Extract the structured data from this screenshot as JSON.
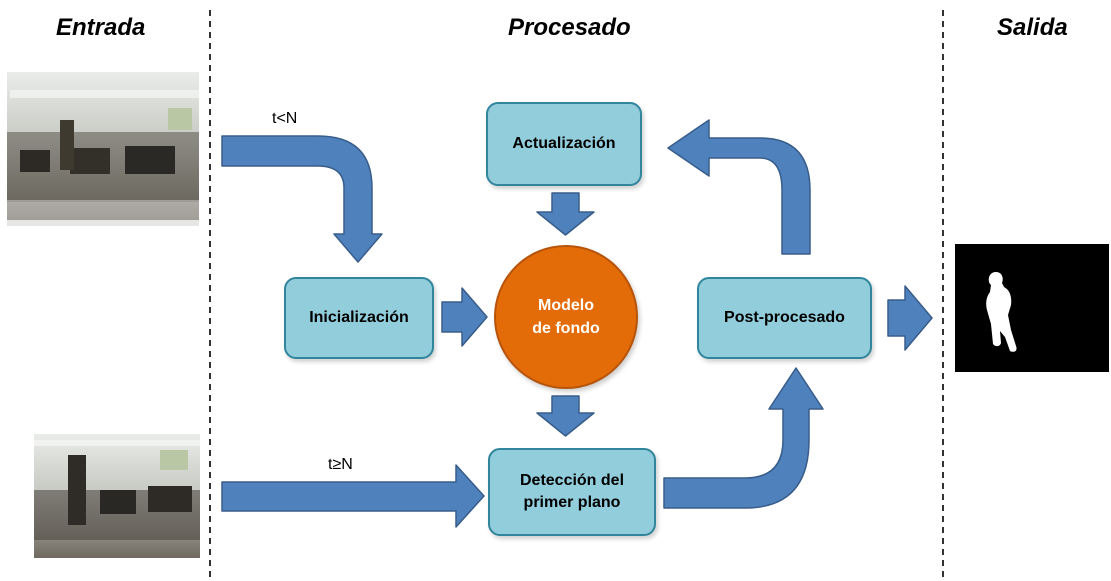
{
  "sections": {
    "input": "Entrada",
    "processing": "Procesado",
    "output": "Salida"
  },
  "labels": {
    "t_less": "t<N",
    "t_geq": "t≥N"
  },
  "blocks": {
    "actualizacion": "Actualización",
    "inicializacion": "Inicialización",
    "modelo": "Modelo\nde fondo",
    "postprocesado": "Post-procesado",
    "deteccion": "Detección del\nprimer plano"
  },
  "colors": {
    "box_fill": "#92cddc",
    "box_border": "#31859c",
    "circle_fill": "#e36c09",
    "arrow_fill": "#4f81bd",
    "arrow_border": "#385d8a"
  }
}
